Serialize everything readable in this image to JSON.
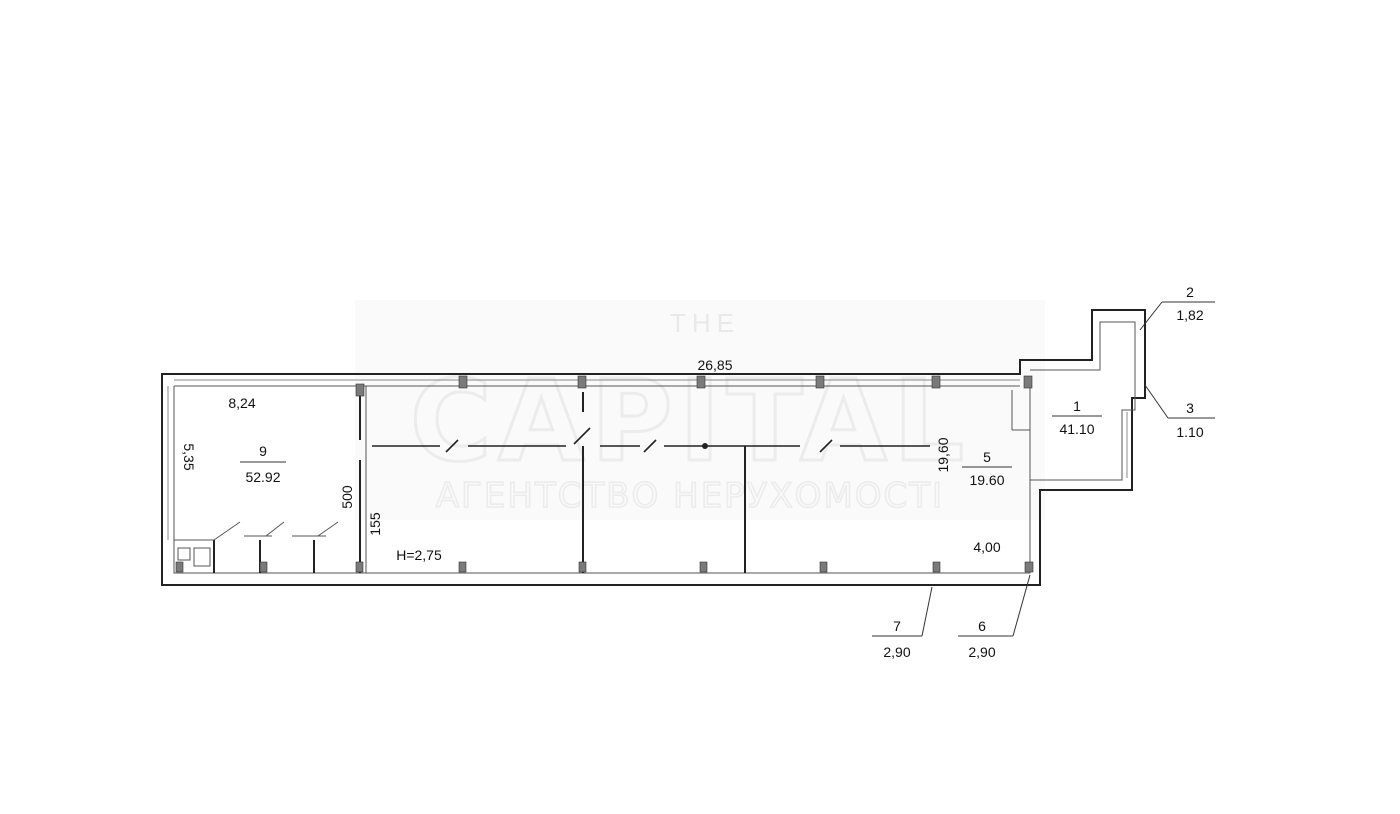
{
  "watermark": {
    "top": "THE",
    "brand": "CAPITAL",
    "subtitle": "АГЕНТСТВО НЕРУХОМОСТІ"
  },
  "dimensions": {
    "overall_length": "26,85",
    "room9_width": "8,24",
    "room9_height": "5,35",
    "partition_500": "500",
    "partition_155": "155",
    "ceiling_height": "H=2,75",
    "right_dim_vertical": "19,60",
    "right_bottom_dim": "4,00"
  },
  "rooms": [
    {
      "number": "1",
      "area": "41.10"
    },
    {
      "number": "2",
      "area": "1,82"
    },
    {
      "number": "3",
      "area": "1.10"
    },
    {
      "number": "5",
      "area": "19.60"
    },
    {
      "number": "6",
      "area": "2,90"
    },
    {
      "number": "7",
      "area": "2,90"
    },
    {
      "number": "9",
      "area": "52.92"
    }
  ]
}
